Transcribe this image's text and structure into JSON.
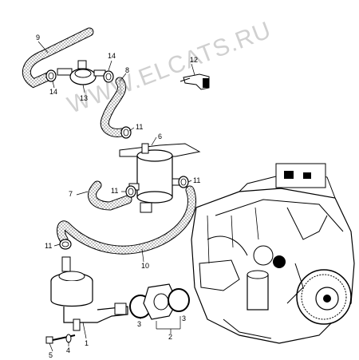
{
  "watermark": "WWW.ELCATS.RU",
  "callouts": {
    "c1": "1",
    "c2": "2",
    "c3a": "3",
    "c3b": "3",
    "c4": "4",
    "c5": "5",
    "c6": "6",
    "c7": "7",
    "c8": "8",
    "c9": "9",
    "c10": "10",
    "c11a": "11",
    "c11b": "11",
    "c11c": "11",
    "c11d": "11",
    "c12": "12",
    "c13": "13",
    "c14a": "14",
    "c14b": "14"
  }
}
